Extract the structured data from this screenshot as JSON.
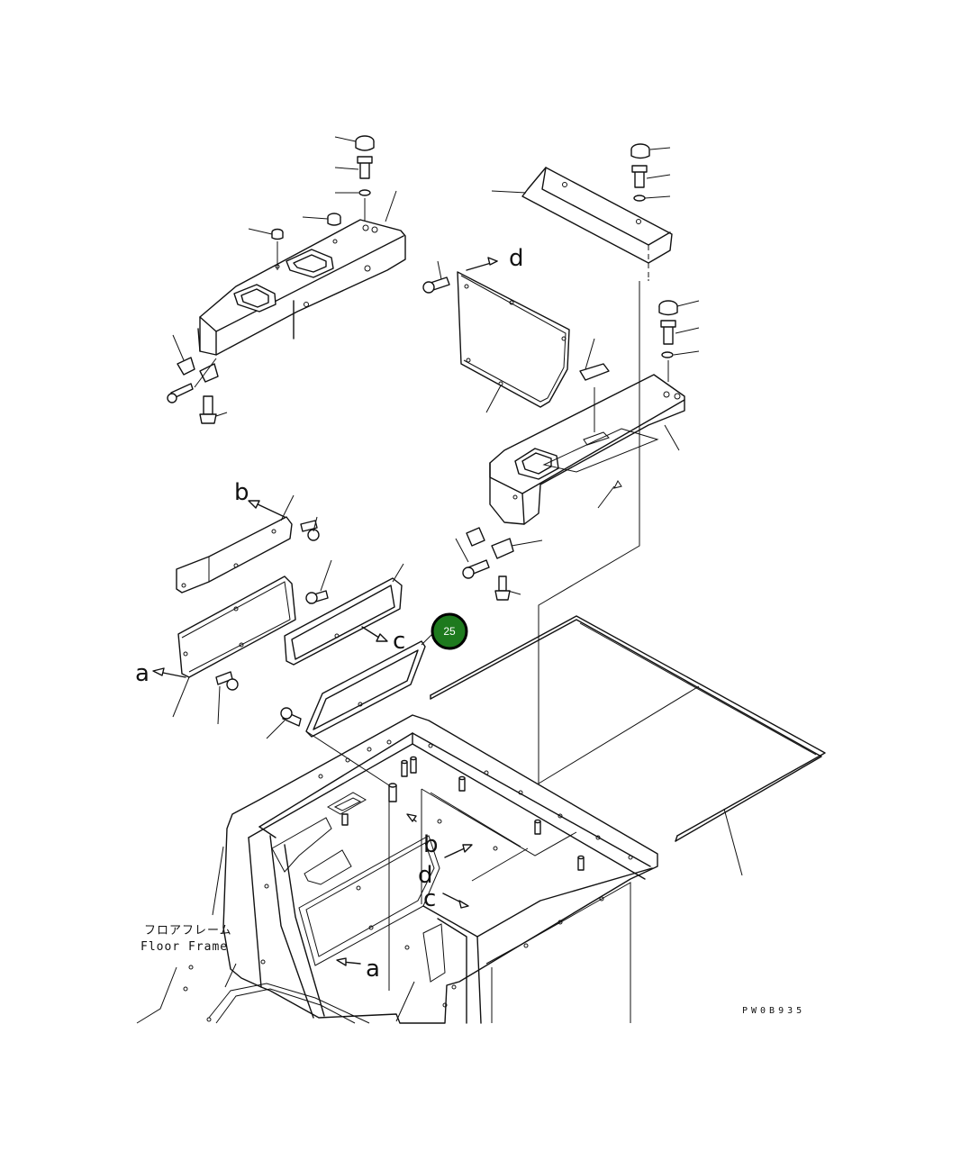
{
  "floor_frame": {
    "label_jp": "フロアフレーム",
    "label_en": "Floor Frame"
  },
  "drawing_code": "PW0B935",
  "callout": {
    "number": "25",
    "color": "#1e7a1e"
  },
  "view_refs": {
    "a": "a",
    "b": "b",
    "c": "c",
    "d": "d"
  }
}
